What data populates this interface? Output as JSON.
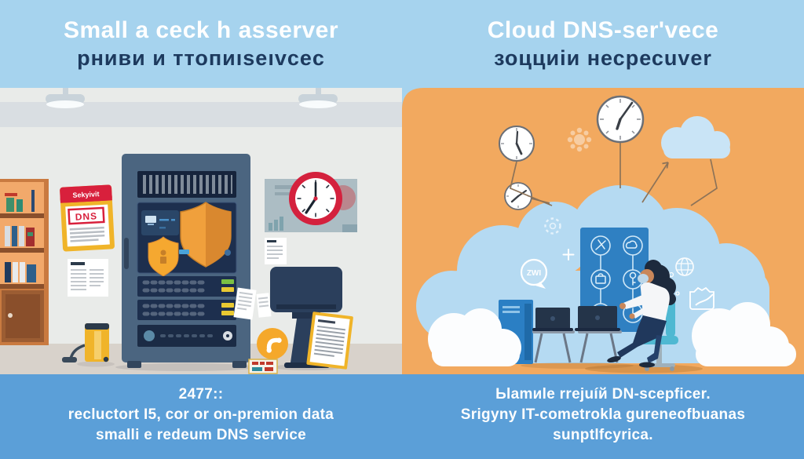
{
  "header": {
    "left": {
      "title": "Small a ceck h asserver",
      "subtitle": "рниви и ттопиıseıvcec"
    },
    "right": {
      "title": "Cloud DNS-ser'vece",
      "subtitle": "зоцциiи несресuver"
    }
  },
  "left_scene": {
    "dns_card": {
      "header_label": "Sekyivit",
      "dns_label": "DNS"
    },
    "icon_names": [
      "ceiling-lamp-icon",
      "bookshelf-icon",
      "dns-document-icon",
      "server-rack-icon",
      "shield-icon",
      "small-shield-icon",
      "wall-clock-icon",
      "pinned-note-icon",
      "monitor-kiosk-icon",
      "yellow-document-icon",
      "phone-icon",
      "mini-badge-icon",
      "vacuum-icon"
    ]
  },
  "right_scene": {
    "chat_bubble_label": "ZWI",
    "icon_names": [
      "wall-clock-icon",
      "gear-icon",
      "dashed-gear-icon",
      "small-cloud-icon",
      "big-cloud-icon",
      "network-panel-icon",
      "chat-bubble-icon",
      "sparkle-icon",
      "globe-icon",
      "chart-badge-icon",
      "server-tower-icon",
      "laptop-icon",
      "worker-person-icon",
      "office-chair-icon",
      "white-cloud-icon"
    ]
  },
  "footer": {
    "left": {
      "lines": [
        "2477::",
        "recluctort I5, cor or on-premion data",
        "smalli e redeum DNS service"
      ]
    },
    "right": {
      "lines": [
        "Ьlamиle rrejuíй DN-scepficer.",
        "Srigyny IT-cometrokla gureneofbuanas",
        "sunptlfcyrica."
      ]
    }
  },
  "colors": {
    "header_band": "#a6d3ee",
    "footer_band": "#5b9fd8",
    "left_wall": "#e9ebe9",
    "left_floor": "#d8d2cb",
    "right_background": "#f2a95f",
    "cloud_blue": "#b5daf2",
    "panel_blue": "#2f80c2",
    "accent_orange": "#f0a03c",
    "accent_red": "#d4213d",
    "accent_yellow": "#f0b429",
    "navy": "#1d3a5e"
  }
}
